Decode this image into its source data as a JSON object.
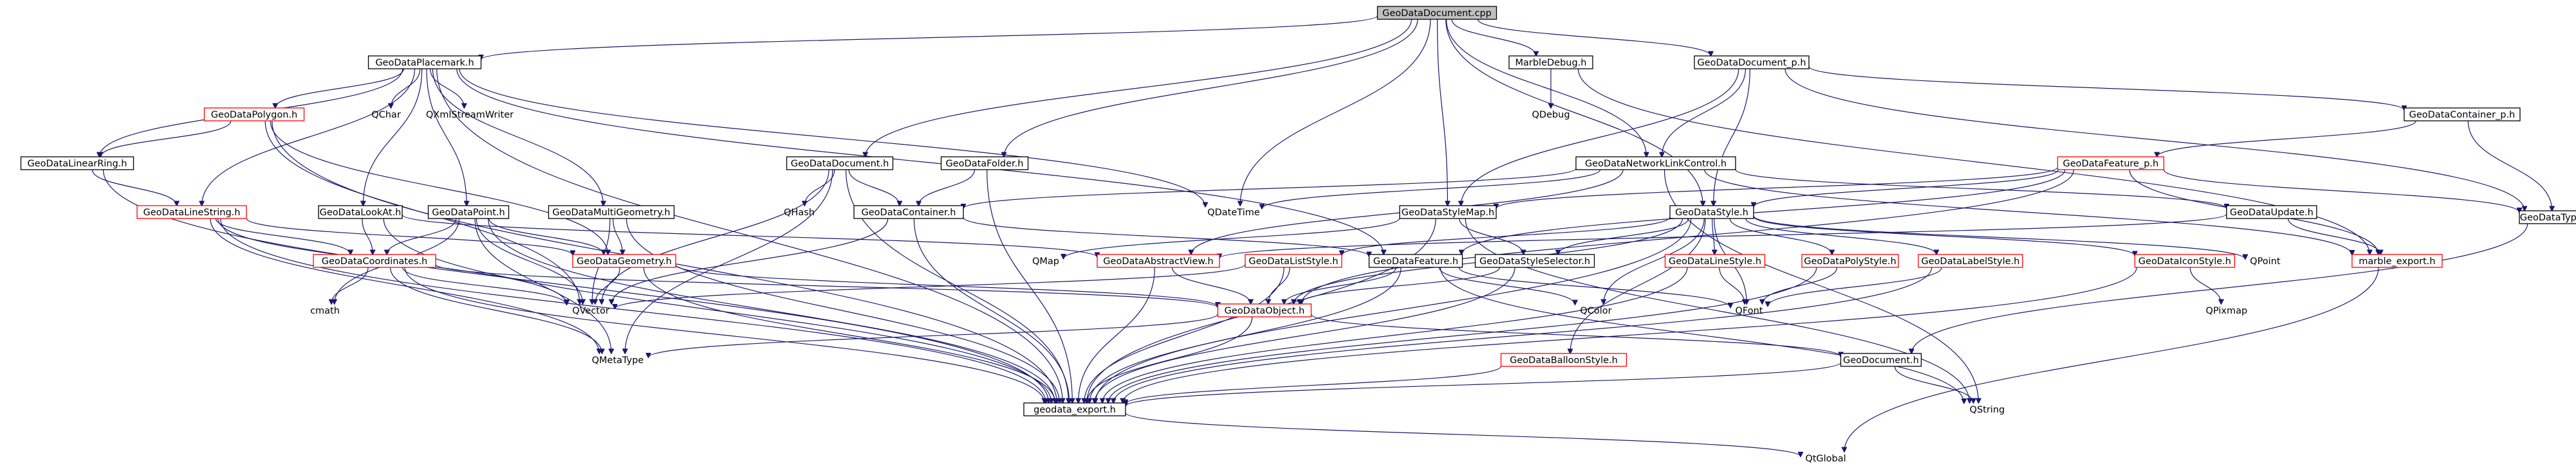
{
  "diagram": {
    "type": "include-dependency-graph",
    "colors": {
      "edge": "#191970",
      "box_border": "#000000",
      "missing_border": "#ff0000",
      "root_fill": "#bfbfbf",
      "text": "#000000",
      "background": "#ffffff"
    },
    "nodes": [
      {
        "id": "root",
        "label": "GeoDataDocument.cpp",
        "style": "root"
      },
      {
        "id": "placemark",
        "label": "GeoDataPlacemark.h",
        "style": "box"
      },
      {
        "id": "marbledebug",
        "label": "MarbleDebug.h",
        "style": "box"
      },
      {
        "id": "docp",
        "label": "GeoDataDocument_p.h",
        "style": "box"
      },
      {
        "id": "qdebug",
        "label": "QDebug",
        "style": "none"
      },
      {
        "id": "contp",
        "label": "GeoDataContainer_p.h",
        "style": "box"
      },
      {
        "id": "polygon",
        "label": "GeoDataPolygon.h",
        "style": "red"
      },
      {
        "id": "qchar",
        "label": "QChar",
        "style": "none"
      },
      {
        "id": "qxml",
        "label": "QXmlStreamWriter",
        "style": "none"
      },
      {
        "id": "linearring",
        "label": "GeoDataLinearRing.h",
        "style": "box"
      },
      {
        "id": "document",
        "label": "GeoDataDocument.h",
        "style": "box"
      },
      {
        "id": "folder",
        "label": "GeoDataFolder.h",
        "style": "box"
      },
      {
        "id": "networklink",
        "label": "GeoDataNetworkLinkControl.h",
        "style": "box"
      },
      {
        "id": "featurep",
        "label": "GeoDataFeature_p.h",
        "style": "red"
      },
      {
        "id": "types",
        "label": "GeoDataTypes.h",
        "style": "box"
      },
      {
        "id": "linestring",
        "label": "GeoDataLineString.h",
        "style": "red"
      },
      {
        "id": "lookat",
        "label": "GeoDataLookAt.h",
        "style": "box"
      },
      {
        "id": "point",
        "label": "GeoDataPoint.h",
        "style": "box"
      },
      {
        "id": "multigeom",
        "label": "GeoDataMultiGeometry.h",
        "style": "box"
      },
      {
        "id": "qhash",
        "label": "QHash",
        "style": "none"
      },
      {
        "id": "container",
        "label": "GeoDataContainer.h",
        "style": "box"
      },
      {
        "id": "qdatetime",
        "label": "QDateTime",
        "style": "none"
      },
      {
        "id": "stylemap",
        "label": "GeoDataStyleMap.h",
        "style": "box"
      },
      {
        "id": "style",
        "label": "GeoDataStyle.h",
        "style": "box"
      },
      {
        "id": "update",
        "label": "GeoDataUpdate.h",
        "style": "box"
      },
      {
        "id": "marbleexport",
        "label": "marble_export.h",
        "style": "red"
      },
      {
        "id": "coordinates",
        "label": "GeoDataCoordinates.h",
        "style": "red"
      },
      {
        "id": "geometry",
        "label": "GeoDataGeometry.h",
        "style": "red"
      },
      {
        "id": "qmap",
        "label": "QMap",
        "style": "none"
      },
      {
        "id": "abstractview",
        "label": "GeoDataAbstractView.h",
        "style": "red"
      },
      {
        "id": "liststyle",
        "label": "GeoDataListStyle.h",
        "style": "red"
      },
      {
        "id": "feature",
        "label": "GeoDataFeature.h",
        "style": "box"
      },
      {
        "id": "styleselector",
        "label": "GeoDataStyleSelector.h",
        "style": "box"
      },
      {
        "id": "linestyle",
        "label": "GeoDataLineStyle.h",
        "style": "red"
      },
      {
        "id": "polystyle",
        "label": "GeoDataPolyStyle.h",
        "style": "red"
      },
      {
        "id": "labelstyle",
        "label": "GeoDataLabelStyle.h",
        "style": "red"
      },
      {
        "id": "iconstyle",
        "label": "GeoDataIconStyle.h",
        "style": "red"
      },
      {
        "id": "qpoint",
        "label": "QPoint",
        "style": "none"
      },
      {
        "id": "cmath",
        "label": "cmath",
        "style": "none"
      },
      {
        "id": "qvector",
        "label": "QVector",
        "style": "none"
      },
      {
        "id": "object",
        "label": "GeoDataObject.h",
        "style": "red"
      },
      {
        "id": "qcolor",
        "label": "QColor",
        "style": "none"
      },
      {
        "id": "qfont",
        "label": "QFont",
        "style": "none"
      },
      {
        "id": "qpixmap",
        "label": "QPixmap",
        "style": "none"
      },
      {
        "id": "qmetatype",
        "label": "QMetaType",
        "style": "none"
      },
      {
        "id": "balloonstyle",
        "label": "GeoDataBalloonStyle.h",
        "style": "red"
      },
      {
        "id": "geodocument",
        "label": "GeoDocument.h",
        "style": "box"
      },
      {
        "id": "geodataexport",
        "label": "geodata_export.h",
        "style": "box"
      },
      {
        "id": "qstring",
        "label": "QString",
        "style": "none"
      },
      {
        "id": "qtglobal",
        "label": "QtGlobal",
        "style": "none"
      }
    ],
    "edges": [
      [
        "root",
        "placemark"
      ],
      [
        "root",
        "marbledebug"
      ],
      [
        "root",
        "docp"
      ],
      [
        "root",
        "document"
      ],
      [
        "root",
        "folder"
      ],
      [
        "root",
        "networklink"
      ],
      [
        "root",
        "stylemap"
      ],
      [
        "root",
        "style"
      ],
      [
        "root",
        "qdatetime"
      ],
      [
        "placemark",
        "polygon"
      ],
      [
        "placemark",
        "qchar"
      ],
      [
        "placemark",
        "qxml"
      ],
      [
        "placemark",
        "linearring"
      ],
      [
        "placemark",
        "linestring"
      ],
      [
        "placemark",
        "lookat"
      ],
      [
        "placemark",
        "point"
      ],
      [
        "placemark",
        "multigeom"
      ],
      [
        "placemark",
        "geodataexport"
      ],
      [
        "placemark",
        "feature"
      ],
      [
        "placemark",
        "qdatetime"
      ],
      [
        "marbledebug",
        "qdebug"
      ],
      [
        "marbledebug",
        "marbleexport"
      ],
      [
        "docp",
        "contp"
      ],
      [
        "docp",
        "types"
      ],
      [
        "docp",
        "networklink"
      ],
      [
        "docp",
        "stylemap"
      ],
      [
        "docp",
        "style"
      ],
      [
        "contp",
        "featurep"
      ],
      [
        "contp",
        "types"
      ],
      [
        "polygon",
        "linearring"
      ],
      [
        "polygon",
        "geometry"
      ],
      [
        "polygon",
        "qvector"
      ],
      [
        "polygon",
        "geodataexport"
      ],
      [
        "linearring",
        "linestring"
      ],
      [
        "linearring",
        "geodataexport"
      ],
      [
        "linestring",
        "coordinates"
      ],
      [
        "linestring",
        "geometry"
      ],
      [
        "linestring",
        "qvector"
      ],
      [
        "linestring",
        "qmetatype"
      ],
      [
        "linestring",
        "geodataexport"
      ],
      [
        "lookat",
        "abstractview"
      ],
      [
        "lookat",
        "coordinates"
      ],
      [
        "lookat",
        "geodataexport"
      ],
      [
        "point",
        "coordinates"
      ],
      [
        "point",
        "geometry"
      ],
      [
        "point",
        "qvector"
      ],
      [
        "point",
        "qmetatype"
      ],
      [
        "point",
        "cmath"
      ],
      [
        "point",
        "geodataexport"
      ],
      [
        "multigeom",
        "geometry"
      ],
      [
        "multigeom",
        "qvector"
      ],
      [
        "multigeom",
        "geodataexport"
      ],
      [
        "document",
        "container"
      ],
      [
        "document",
        "qhash"
      ],
      [
        "document",
        "qvector"
      ],
      [
        "document",
        "qmetatype"
      ],
      [
        "document",
        "geodataexport"
      ],
      [
        "folder",
        "container"
      ],
      [
        "folder",
        "geodataexport"
      ],
      [
        "container",
        "feature"
      ],
      [
        "container",
        "qvector"
      ],
      [
        "container",
        "geodataexport"
      ],
      [
        "networklink",
        "container"
      ],
      [
        "networklink",
        "qdatetime"
      ],
      [
        "networklink",
        "update"
      ],
      [
        "networklink",
        "abstractview"
      ],
      [
        "networklink",
        "qstring"
      ],
      [
        "networklink",
        "marbleexport"
      ],
      [
        "featurep",
        "style"
      ],
      [
        "featurep",
        "stylemap"
      ],
      [
        "featurep",
        "feature"
      ],
      [
        "featurep",
        "marbleexport"
      ],
      [
        "featurep",
        "types"
      ],
      [
        "featurep",
        "object"
      ],
      [
        "stylemap",
        "styleselector"
      ],
      [
        "stylemap",
        "qmap"
      ],
      [
        "stylemap",
        "qstring"
      ],
      [
        "stylemap",
        "geodataexport"
      ],
      [
        "style",
        "styleselector"
      ],
      [
        "style",
        "liststyle"
      ],
      [
        "style",
        "linestyle"
      ],
      [
        "style",
        "polystyle"
      ],
      [
        "style",
        "labelstyle"
      ],
      [
        "style",
        "iconstyle"
      ],
      [
        "style",
        "balloonstyle"
      ],
      [
        "style",
        "qpoint"
      ],
      [
        "style",
        "qcolor"
      ],
      [
        "style",
        "qfont"
      ],
      [
        "style",
        "geodataexport"
      ],
      [
        "style",
        "object"
      ],
      [
        "update",
        "abstractview"
      ],
      [
        "update",
        "marbleexport"
      ],
      [
        "marbleexport",
        "qtglobal"
      ],
      [
        "coordinates",
        "cmath"
      ],
      [
        "coordinates",
        "qvector"
      ],
      [
        "coordinates",
        "qmetatype"
      ],
      [
        "coordinates",
        "geodataexport"
      ],
      [
        "coordinates",
        "object"
      ],
      [
        "geometry",
        "object"
      ],
      [
        "geometry",
        "qvector"
      ],
      [
        "geometry",
        "geodataexport"
      ],
      [
        "abstractview",
        "object"
      ],
      [
        "abstractview",
        "geodataexport"
      ],
      [
        "liststyle",
        "object"
      ],
      [
        "liststyle",
        "qvector"
      ],
      [
        "liststyle",
        "geodataexport"
      ],
      [
        "feature",
        "object"
      ],
      [
        "feature",
        "qcolor"
      ],
      [
        "feature",
        "qfont"
      ],
      [
        "feature",
        "qstring"
      ],
      [
        "feature",
        "geodataexport"
      ],
      [
        "styleselector",
        "object"
      ],
      [
        "styleselector",
        "geodataexport"
      ],
      [
        "linestyle",
        "qfont"
      ],
      [
        "linestyle",
        "geodataexport"
      ],
      [
        "polystyle",
        "qfont"
      ],
      [
        "polystyle",
        "geodataexport"
      ],
      [
        "labelstyle",
        "qfont"
      ],
      [
        "labelstyle",
        "geodataexport"
      ],
      [
        "iconstyle",
        "qpixmap"
      ],
      [
        "iconstyle",
        "geodataexport"
      ],
      [
        "object",
        "geodocument"
      ],
      [
        "object",
        "qmetatype"
      ],
      [
        "object",
        "geodataexport"
      ],
      [
        "balloonstyle",
        "geodataexport"
      ],
      [
        "geodocument",
        "qstring"
      ],
      [
        "geodocument",
        "geodataexport"
      ],
      [
        "types",
        "geodocument"
      ],
      [
        "geodataexport",
        "qtglobal"
      ]
    ]
  }
}
